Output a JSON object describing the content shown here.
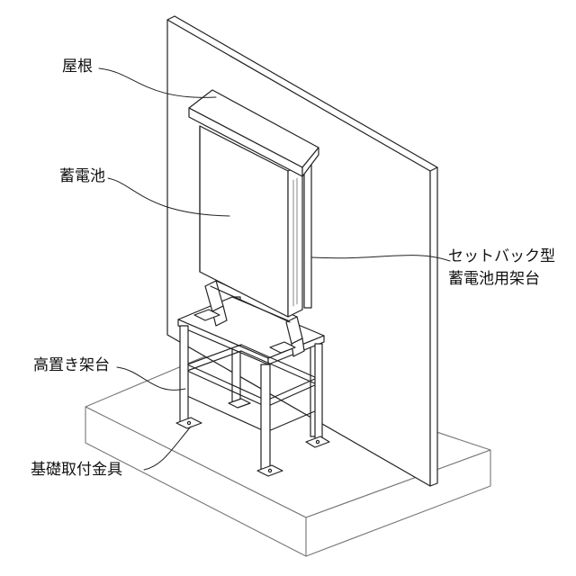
{
  "labels": {
    "roof": "屋根",
    "battery": "蓄電池",
    "setback_line1": "セットバック型",
    "setback_line2": "蓄電池用架台",
    "elevated_stand": "高置き架台",
    "base_fitting": "基礎取付金具"
  },
  "colors": {
    "line": "#222222",
    "fill": "#ffffff",
    "light_line": "#888888"
  }
}
